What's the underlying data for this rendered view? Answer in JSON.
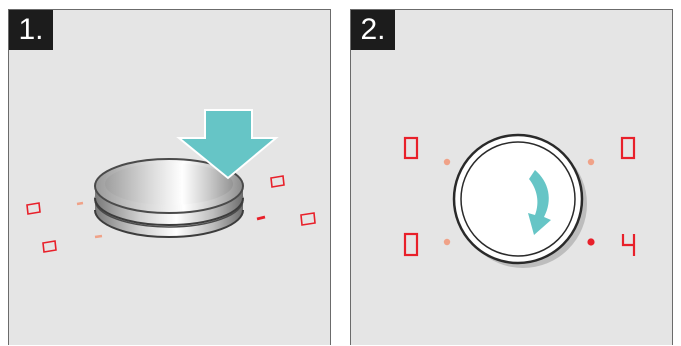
{
  "steps": [
    {
      "badge": "1."
    },
    {
      "badge": "2."
    }
  ],
  "display_digits": {
    "top_left": "0",
    "top_right": "0",
    "bottom_left": "0",
    "bottom_right": "4"
  },
  "icons": [
    "push-down-arrow-icon",
    "clockwise-rotation-arrow-icon"
  ],
  "colors": {
    "panel_background": "#e5e5e5",
    "badge_background": "#1c1c1c",
    "display_red": "#e8202a",
    "indicator_dot_off": "#f0a288",
    "indicator_dot_on": "#e8202a",
    "arrow_cyan": "#66c5c6"
  }
}
